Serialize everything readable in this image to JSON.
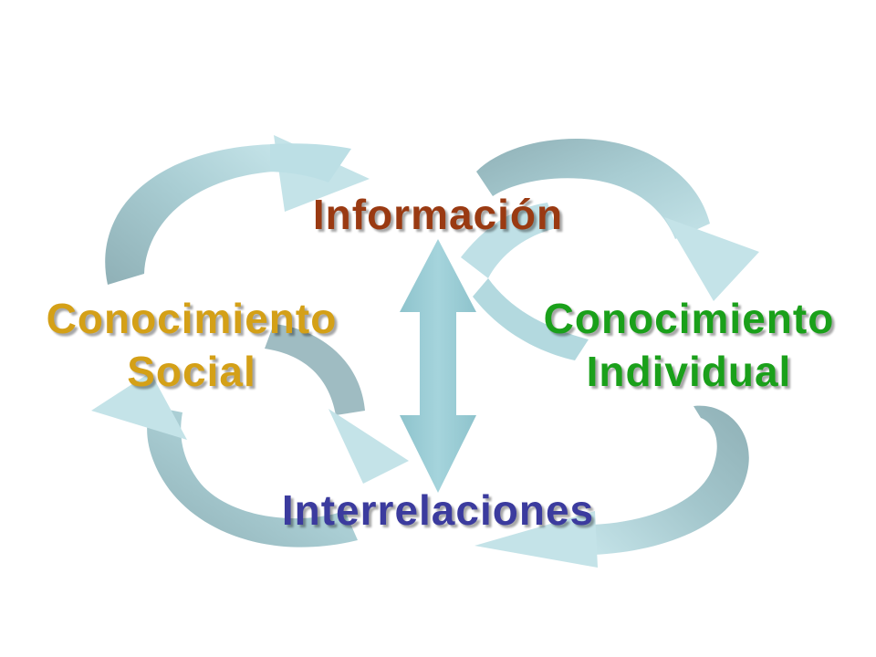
{
  "nodes": {
    "informacion": {
      "text": "Información",
      "color": "#9a3a12"
    },
    "social": {
      "line1": "Conocimiento",
      "line2": "Social",
      "color": "#d4a017"
    },
    "individual": {
      "line1": "Conocimiento",
      "line2": "Individual",
      "color": "#1aa01a"
    },
    "interrelaciones": {
      "text": "Interrelaciones",
      "color": "#3b3b9e"
    }
  },
  "colors": {
    "arrow_light": "#bfe0e6",
    "arrow_mid": "#9fcfd6",
    "arrow_dark": "#8fb0b6",
    "double_arrow": "#9fd0d8"
  }
}
